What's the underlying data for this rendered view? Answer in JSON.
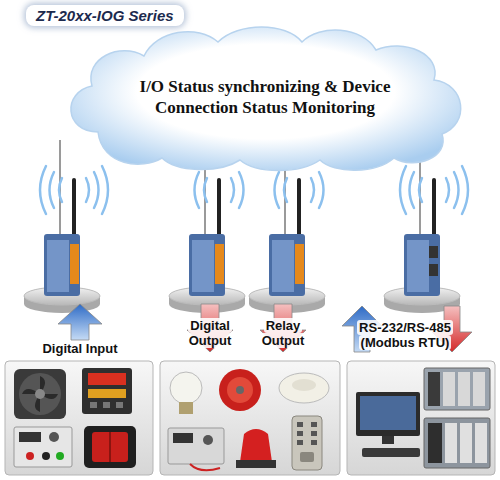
{
  "diagram": {
    "title": "ZT-20xx-IOG Series",
    "nodes": [
      {
        "text": [
          "I/O Status synchronizing & Device Connection Status Monitoring"
        ]
      }
    ],
    "labels": [
      "Digital Input",
      "Digital Output",
      "Relay Output",
      "RS-232/RS-485 (Modbus RTU)"
    ]
  }
}
